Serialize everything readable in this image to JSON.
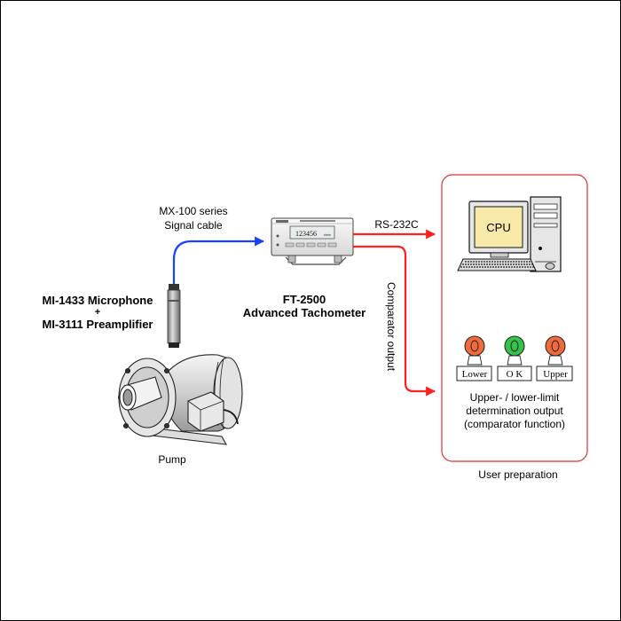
{
  "microphone": {
    "line1": "MI-1433 Microphone",
    "line2": "+",
    "line3": "MI-3111 Preamplifier"
  },
  "cable": {
    "line1": "MX-100 series",
    "line2": "Signal cable",
    "color": "#1f3fff"
  },
  "tachometer": {
    "model": "FT-2500",
    "name": "Advanced Tachometer",
    "display": "123456",
    "unit": "r/min"
  },
  "rs232": {
    "label": "RS-232C",
    "color": "#ff2020"
  },
  "comparator": {
    "label": "Comparator output",
    "color": "#ff2020"
  },
  "computer": {
    "screen_label": "CPU",
    "screen_color": "#f7e9a8"
  },
  "lamps": [
    {
      "label": "Lower",
      "color": "#f06a3e"
    },
    {
      "label": "O K",
      "color": "#35c24a"
    },
    {
      "label": "Upper",
      "color": "#f06a3e"
    }
  ],
  "determination": {
    "line1": "Upper- / lower-limit",
    "line2": "determination output",
    "line3": "(comparator function)"
  },
  "user_box": {
    "caption": "User preparation",
    "border_color": "#e0303a"
  },
  "pump": {
    "label": "Pump"
  }
}
